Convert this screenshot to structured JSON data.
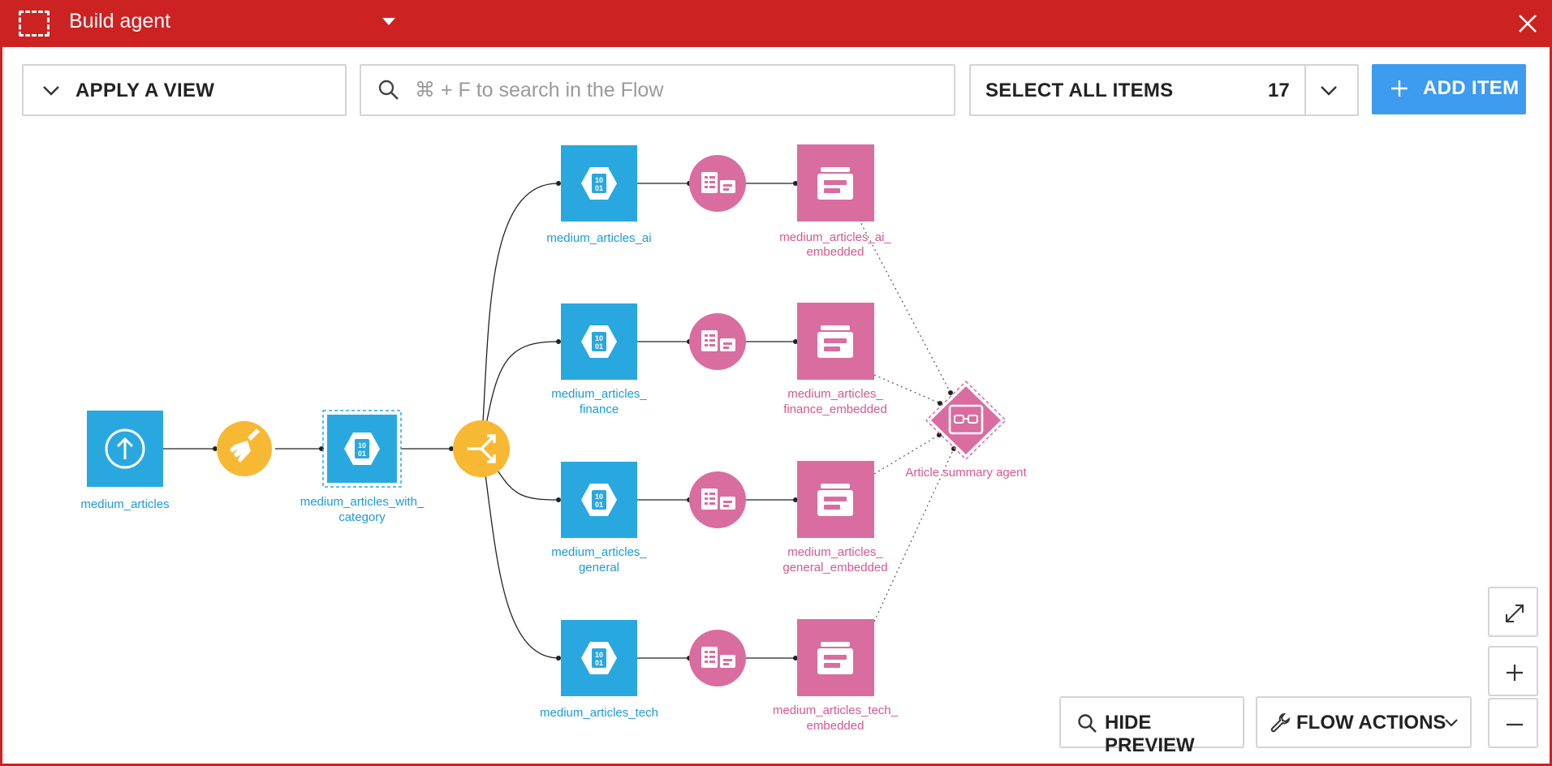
{
  "window": {
    "title": "Build agent",
    "close_icon": "close-icon",
    "select_icon": "dashed-selection-icon"
  },
  "toolbar": {
    "apply_view_label": "APPLY A VIEW",
    "search_placeholder": "⌘ + F to search in the Flow",
    "select_all_label": "SELECT ALL ITEMS",
    "select_all_count": "17",
    "add_item_label": "ADD ITEM"
  },
  "colors": {
    "titlebar": "#cc2222",
    "dataset_blue": "#29a8e0",
    "recipe_yellow": "#f7b834",
    "embed_pink": "#d96da0",
    "label_blue": "#1a9bd7",
    "label_pink": "#d4588f",
    "add_button": "#3d9bf0"
  },
  "flow": {
    "nodes": {
      "medium_articles": "medium_articles",
      "prepare_recipe": "prepare-recipe-broom-icon",
      "medium_articles_with_category_l1": "medium_articles_with_",
      "medium_articles_with_category_l2": "category",
      "split_recipe": "split-recipe-icon",
      "ai_l1": "medium_articles_ai",
      "finance_l1": "medium_articles_",
      "finance_l2": "finance",
      "general_l1": "medium_articles_",
      "general_l2": "general",
      "tech_l1": "medium_articles_tech",
      "ai_emb_l1": "medium_articles_ai_",
      "ai_emb_l2": "embedded",
      "finance_emb_l1": "medium_articles_",
      "finance_emb_l2": "finance_embedded",
      "general_emb_l1": "medium_articles_",
      "general_emb_l2": "general_embedded",
      "tech_emb_l1": "medium_articles_tech_",
      "tech_emb_l2": "embedded",
      "agent": "Article summary agent"
    }
  },
  "controls": {
    "hide_preview_label": "HIDE PREVIEW",
    "flow_actions_label": "FLOW ACTIONS"
  }
}
